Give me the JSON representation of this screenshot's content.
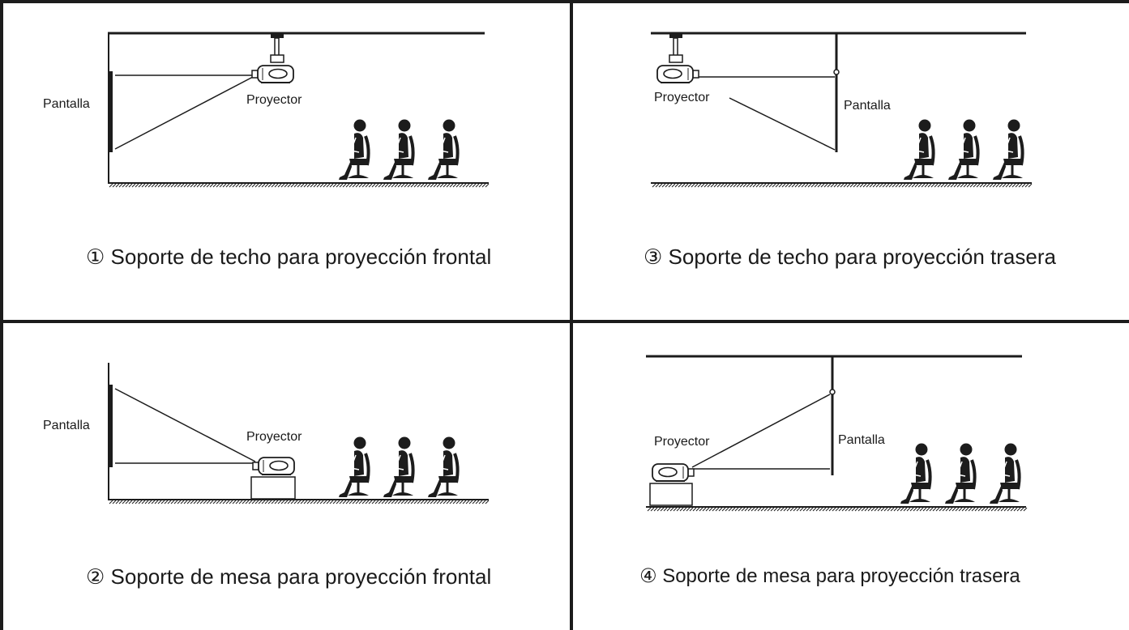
{
  "panels": [
    {
      "id": "ceiling-front",
      "caption": "Soporte de techo para proyección frontal",
      "number": "①",
      "screen_label": "Pantalla",
      "projector_label": "Proyector"
    },
    {
      "id": "ceiling-rear",
      "caption": "Soporte de techo para proyección trasera",
      "number": "③",
      "screen_label": "Pantalla",
      "projector_label": "Proyector"
    },
    {
      "id": "table-front",
      "caption": "Soporte de mesa para proyección frontal",
      "number": "②",
      "screen_label": "Pantalla",
      "projector_label": "Proyector"
    },
    {
      "id": "table-rear",
      "caption": "Soporte de mesa para proyección trasera",
      "number": "④",
      "screen_label": "Pantalla",
      "projector_label": "Proyector"
    }
  ],
  "colors": {
    "line": "#1c1c1c",
    "text": "#1a1a1a",
    "background": "#ffffff"
  }
}
